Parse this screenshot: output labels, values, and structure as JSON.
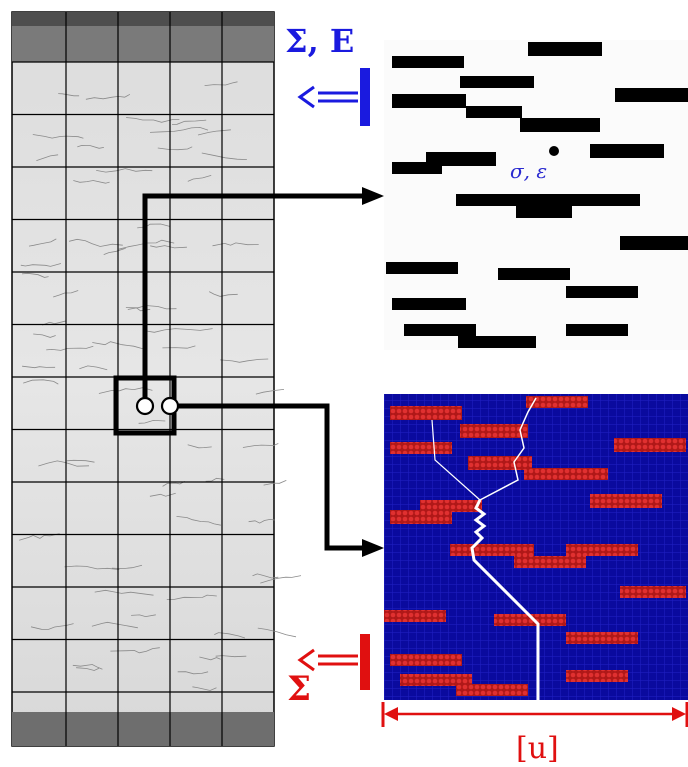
{
  "labels": {
    "top_load": "Σ, E",
    "bottom_load": "Σ",
    "local_fields": "σ, ε",
    "jump": "[u]"
  },
  "colors": {
    "load_blue": "#1a1adf",
    "load_red": "#e01010",
    "mesh_background": "#0a0a9e",
    "inclusion_red": "#cc2020",
    "crack_white": "#ffffff",
    "inclusion_black": "#000000"
  },
  "icons": {
    "top_arrow": "double-arrow-left-icon",
    "bottom_arrow": "double-arrow-left-icon",
    "material_point": "filled-dot-icon",
    "integration_points": "open-circle-icon"
  }
}
